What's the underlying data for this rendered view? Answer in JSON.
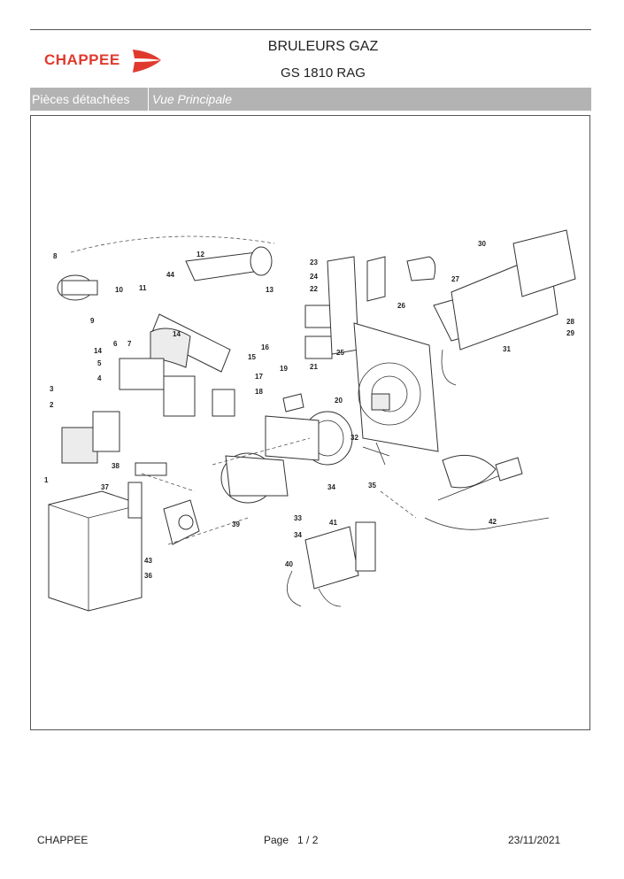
{
  "header": {
    "logo_text": "CHAPPEE",
    "title_line1": "BRULEURS GAZ",
    "title_line2": "GS 1810 RAG"
  },
  "section_bar": {
    "label": "Pièces détachées",
    "view": "Vue Principale"
  },
  "diagram": {
    "callouts": [
      "1",
      "2",
      "3",
      "4",
      "5",
      "6",
      "7",
      "8",
      "9",
      "10",
      "11",
      "12",
      "13",
      "14",
      "14",
      "15",
      "16",
      "17",
      "18",
      "19",
      "20",
      "21",
      "22",
      "23",
      "24",
      "25",
      "26",
      "27",
      "28",
      "29",
      "30",
      "31",
      "32",
      "33",
      "34",
      "34",
      "35",
      "36",
      "37",
      "38",
      "39",
      "40",
      "41",
      "42",
      "43",
      "44"
    ]
  },
  "footer": {
    "company": "CHAPPEE",
    "page_label": "Page",
    "page_value": "1 / 2",
    "date": "23/11/2021"
  },
  "colors": {
    "brand": "#e03a2f",
    "bar": "#b3b3b3"
  }
}
